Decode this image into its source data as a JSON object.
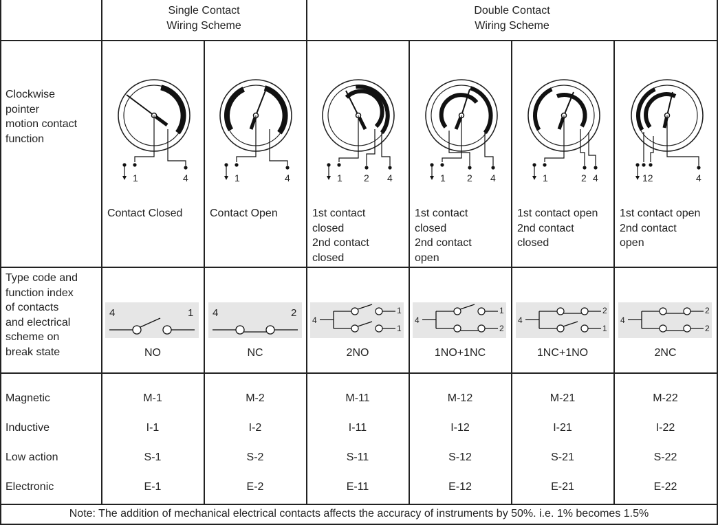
{
  "header": {
    "single_contact_line1": "Single Contact",
    "single_contact_line2": "Wiring Scheme",
    "double_contact_line1": "Double Contact",
    "double_contact_line2": "Wiring Scheme"
  },
  "row_labels": {
    "clockwise": [
      "Clockwise",
      "pointer",
      "motion contact",
      "function"
    ],
    "type_code": [
      "Type code and",
      "function index",
      "of contacts",
      "and electrical",
      "scheme on",
      "break state"
    ],
    "magnetic": "Magnetic",
    "inductive": "Inductive",
    "low_action": "Low action",
    "electronic": "Electronic"
  },
  "columns": [
    {
      "terminals": [
        "1",
        "4"
      ],
      "function_text": [
        "Contact Closed"
      ],
      "scheme_terminals": [
        "4",
        "1"
      ],
      "scheme": "NO",
      "codes": [
        "M-1",
        "I-1",
        "S-1",
        "E-1"
      ]
    },
    {
      "terminals": [
        "1",
        "4"
      ],
      "function_text": [
        "Contact Open"
      ],
      "scheme_terminals": [
        "4",
        "2"
      ],
      "scheme": "NC",
      "codes": [
        "M-2",
        "I-2",
        "S-2",
        "E-2"
      ]
    },
    {
      "terminals": [
        "1",
        "2",
        "4"
      ],
      "function_text": [
        "1st contact",
        "closed",
        "2nd contact",
        "closed"
      ],
      "scheme_terminals": [
        "4",
        "1",
        "1"
      ],
      "scheme": "2NO",
      "codes": [
        "M-11",
        "I-11",
        "S-11",
        "E-11"
      ]
    },
    {
      "terminals": [
        "1",
        "2",
        "4"
      ],
      "function_text": [
        "1st contact",
        "closed",
        "2nd contact",
        "open"
      ],
      "scheme_terminals": [
        "4",
        "1",
        "2"
      ],
      "scheme": "1NO+1NC",
      "codes": [
        "M-12",
        "I-12",
        "S-12",
        "E-12"
      ]
    },
    {
      "terminals": [
        "1",
        "2",
        "4"
      ],
      "function_text": [
        "1st contact open",
        "2nd contact",
        "closed"
      ],
      "scheme_terminals": [
        "4",
        "2",
        "1"
      ],
      "scheme": "1NC+1NO",
      "codes": [
        "M-21",
        "I-21",
        "S-21",
        "E-21"
      ]
    },
    {
      "terminals": [
        "12",
        "4"
      ],
      "function_text": [
        "1st contact open",
        "2nd contact",
        "open"
      ],
      "scheme_terminals": [
        "4",
        "2",
        "2"
      ],
      "scheme": "2NC",
      "codes": [
        "M-22",
        "I-22",
        "S-22",
        "E-22"
      ]
    }
  ],
  "note": "Note: The addition of mechanical electrical contacts affects the accuracy of instruments by 50%. i.e. 1% becomes 1.5%"
}
